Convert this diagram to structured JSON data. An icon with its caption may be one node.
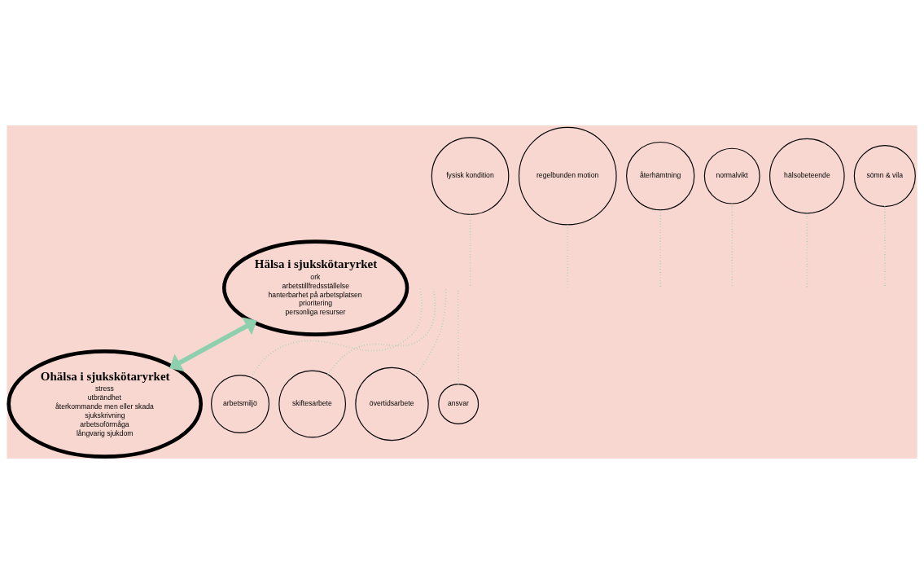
{
  "diagram": {
    "nodes": [
      {
        "text": [
          "Hälsa i sjukskötaryrket",
          "ork",
          "arbetstillfredsställelse",
          "hanterbarhet på arbetsplatsen",
          "prioritering",
          "personliga resurser"
        ]
      },
      {
        "text": [
          "Ohälsa i sjukskötaryrket",
          "stress",
          "utbrändhet",
          "återkommande men eller skada",
          "sjukskrivning",
          "arbetsoförmåga",
          "långvarig sjukdom"
        ]
      },
      {
        "text": [
          "fysisk kondition"
        ]
      },
      {
        "text": [
          "regelbunden motion"
        ]
      },
      {
        "text": [
          "återhämtning"
        ]
      },
      {
        "text": [
          "normalvikt"
        ]
      },
      {
        "text": [
          "hälsobeteende"
        ]
      },
      {
        "text": [
          "sömn & vila"
        ]
      },
      {
        "text": [
          "arbetsmiljö"
        ]
      },
      {
        "text": [
          "skiftesarbete"
        ]
      },
      {
        "text": [
          "övertidsarbete"
        ]
      },
      {
        "text": [
          "ansvar"
        ]
      }
    ],
    "edges": [
      {
        "from": 0,
        "to": 1,
        "arrow": "both",
        "style": "thick",
        "color": "#8ecfae"
      },
      {
        "from": 2,
        "to": null,
        "arrow": "none",
        "style": "dashed",
        "color": "#8ecfae"
      },
      {
        "from": 3,
        "to": null,
        "arrow": "none",
        "style": "dashed",
        "color": "#8ecfae"
      },
      {
        "from": 4,
        "to": null,
        "arrow": "none",
        "style": "dashed",
        "color": "#8ecfae"
      },
      {
        "from": 5,
        "to": null,
        "arrow": "none",
        "style": "dashed",
        "color": "#8ecfae"
      },
      {
        "from": 6,
        "to": null,
        "arrow": "none",
        "style": "dashed",
        "color": "#8ecfae"
      },
      {
        "from": 7,
        "to": null,
        "arrow": "none",
        "style": "dashed",
        "color": "#8ecfae"
      },
      {
        "from": 8,
        "to": null,
        "arrow": "none",
        "style": "dashed",
        "color": "#8ecfae"
      },
      {
        "from": 9,
        "to": null,
        "arrow": "none",
        "style": "dashed",
        "color": "#8ecfae"
      },
      {
        "from": 10,
        "to": null,
        "arrow": "none",
        "style": "dashed",
        "color": "#8ecfae"
      },
      {
        "from": 11,
        "to": null,
        "arrow": "none",
        "style": "dashed",
        "color": "#8ecfae"
      }
    ]
  }
}
